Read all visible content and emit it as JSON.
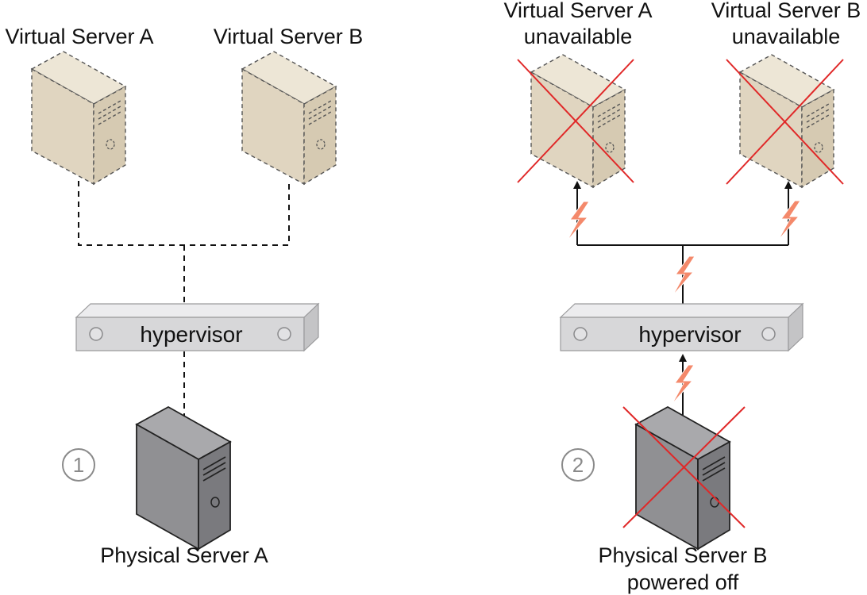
{
  "left_panel": {
    "step_number": "1",
    "virtual_server_a": {
      "label": "Virtual Server A"
    },
    "virtual_server_b": {
      "label": "Virtual Server B"
    },
    "hypervisor": {
      "label": "hypervisor"
    },
    "physical_server": {
      "label": "Physical Server A"
    }
  },
  "right_panel": {
    "step_number": "2",
    "virtual_server_a": {
      "label_line1": "Virtual Server A",
      "label_line2": "unavailable"
    },
    "virtual_server_b": {
      "label_line1": "Virtual Server B",
      "label_line2": "unavailable"
    },
    "hypervisor": {
      "label": "hypervisor"
    },
    "physical_server": {
      "label_line1": "Physical Server B",
      "label_line2": "powered off"
    }
  },
  "colors": {
    "virtual_server_fill": "#e0d5c0",
    "physical_server_fill": "#8f8f92",
    "hypervisor_fill": "#d7d7d9",
    "failure_cross": "#e02828",
    "lightning": "#f4896b",
    "step_circle": "#8a8a8a"
  },
  "icons": [
    "virtual-server-icon",
    "physical-server-icon",
    "hypervisor-bar-icon",
    "lightning-bolt-icon",
    "failure-x-icon"
  ]
}
